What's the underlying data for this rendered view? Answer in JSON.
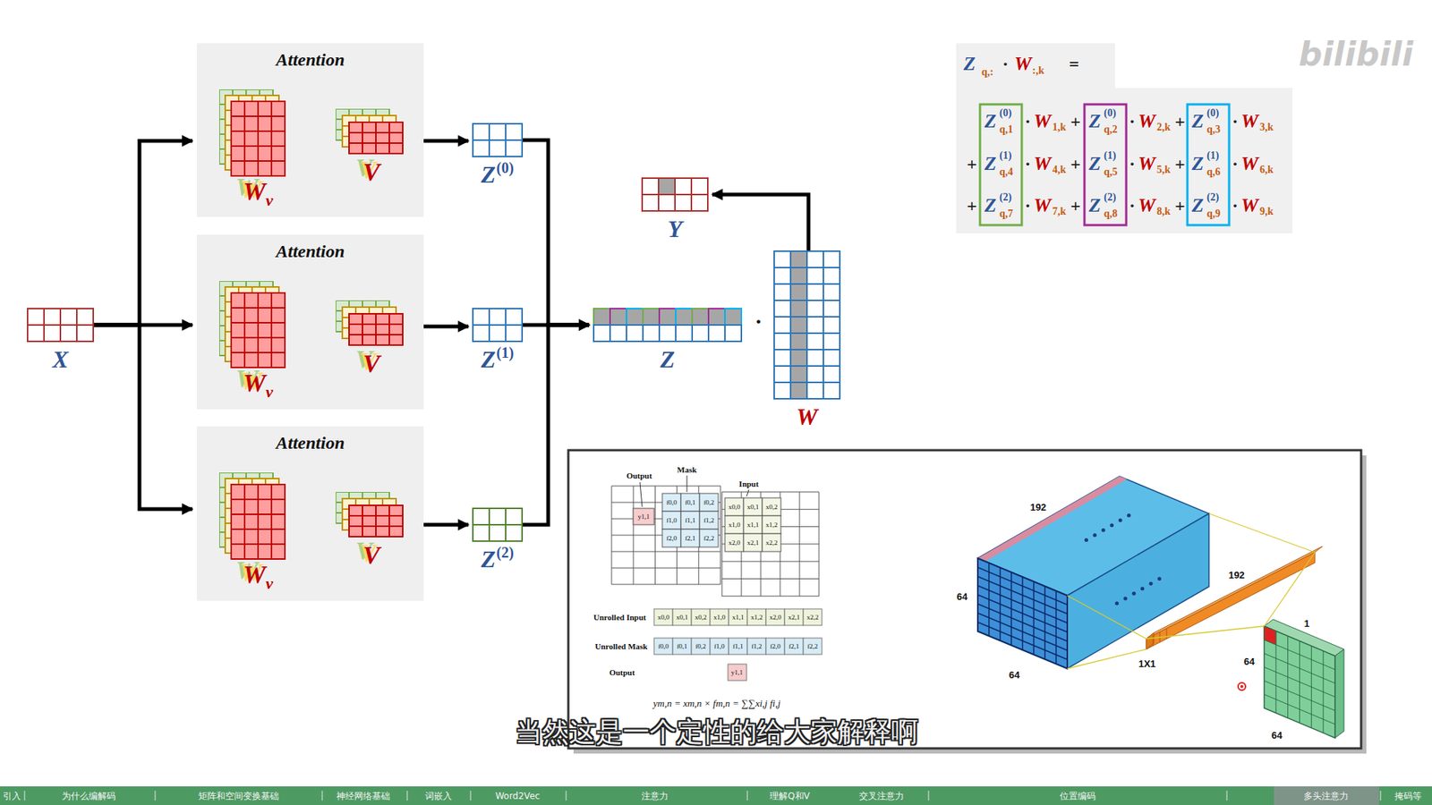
{
  "diagram": {
    "nodes": [
      {
        "text": [
          "X"
        ]
      },
      {
        "text": [
          "Attention"
        ]
      },
      {
        "text": [
          "W",
          "v"
        ],
        "in": 1
      },
      {
        "text": [
          "V"
        ],
        "in": 1
      },
      {
        "text": [
          "Attention"
        ]
      },
      {
        "text": [
          "W",
          "v"
        ],
        "in": 4
      },
      {
        "text": [
          "V"
        ],
        "in": 4
      },
      {
        "text": [
          "Attention"
        ]
      },
      {
        "text": [
          "W",
          "v"
        ],
        "in": 7
      },
      {
        "text": [
          "V"
        ],
        "in": 7
      },
      {
        "text": [
          "Z",
          "(0)"
        ]
      },
      {
        "text": [
          "Z",
          "(1)"
        ]
      },
      {
        "text": [
          "Z",
          "(2)"
        ]
      },
      {
        "text": [
          "Y"
        ]
      },
      {
        "text": [
          "Z"
        ]
      },
      {
        "text": [
          "W"
        ]
      }
    ],
    "edges": [
      {
        "from": 0,
        "to": 1,
        "arrow": "to"
      },
      {
        "from": 0,
        "to": 4,
        "arrow": "to"
      },
      {
        "from": 0,
        "to": 7,
        "arrow": "to"
      },
      {
        "from": 1,
        "to": 10,
        "arrow": "to"
      },
      {
        "from": 4,
        "to": 11,
        "arrow": "to"
      },
      {
        "from": 7,
        "to": 12,
        "arrow": "to"
      },
      {
        "from": 10,
        "to": 14,
        "arrow": "to"
      },
      {
        "from": 11,
        "to": 14,
        "arrow": "to"
      },
      {
        "from": 12,
        "to": 14,
        "arrow": "to"
      },
      {
        "from": 15,
        "to": 13,
        "arrow": "to"
      }
    ],
    "labels": [
      "·",
      "Z",
      "q,:",
      "·",
      "W",
      ":,k",
      "=",
      "Z",
      "(0)",
      "q,1",
      "·",
      "W",
      "1,k",
      "Z",
      "(0)",
      "q,2",
      "·",
      "W",
      "2,k",
      "Z",
      "(0)",
      "q,3",
      "·",
      "W",
      "3,k",
      "Z",
      "(1)",
      "q,4",
      "·",
      "W",
      "4,k",
      "Z",
      "(1)",
      "q,5",
      "·",
      "W",
      "5,k",
      "Z",
      "(1)",
      "q,6",
      "·",
      "W",
      "6,k",
      "Z",
      "(2)",
      "q,7",
      "·",
      "W",
      "7,k",
      "Z",
      "(2)",
      "q,8",
      "·",
      "W",
      "8,k",
      "Z",
      "(2)",
      "q,9",
      "·",
      "W",
      "9,k",
      "+",
      "+",
      "+",
      "+",
      "+",
      "+",
      "+",
      "+",
      "bilibili",
      "Output",
      "Mask",
      "Input",
      "f0,0",
      "f0,1",
      "f0,2",
      "f1,0",
      "f1,1",
      "f1,2",
      "f2,0",
      "f2,1",
      "f2,2",
      "x0,0",
      "x0,1",
      "x0,2",
      "x1,0",
      "x1,1",
      "x1,2",
      "x2,0",
      "x2,1",
      "x2,2",
      "y1,1",
      "Unrolled Input",
      "x0,0",
      "x0,1",
      "x0,2",
      "x1,0",
      "x1,1",
      "x1,2",
      "x2,0",
      "x2,1",
      "x2,2",
      "Unrolled Mask",
      "f0,0",
      "f0,1",
      "f0,2",
      "f1,0",
      "f1,1",
      "f1,2",
      "f2,0",
      "f2,1",
      "f2,2",
      "Output",
      "y1,1",
      "ym,n = xm,n × fm,n = ∑∑xi,j fi,j",
      "192",
      "64",
      "64",
      "192",
      "1X1",
      "1",
      "64",
      "64",
      "当然这是一个定性的给大家解释啊",
      "引入",
      "为什么编解码",
      "矩阵和空间变换基础",
      "神经网络基础",
      "词嵌入",
      "Word2Vec",
      "注意力",
      "理解Q和V",
      "交叉注意力",
      "位置编码",
      "多头注意力",
      "掩码等"
    ]
  }
}
